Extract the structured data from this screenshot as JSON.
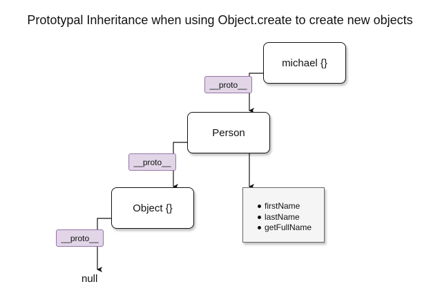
{
  "title": "Prototypal Inheritance when using Object.create to create new objects",
  "nodes": {
    "michael": "michael {}",
    "person": "Person",
    "object": "Object {}"
  },
  "proto_label": "__proto__",
  "person_properties": [
    "firstName",
    "lastName",
    "getFullName"
  ],
  "null_label": "null",
  "colors": {
    "proto_fill": "#e1d5e7",
    "proto_stroke": "#9673a6",
    "props_fill": "#f5f5f5",
    "line": "#111111"
  }
}
